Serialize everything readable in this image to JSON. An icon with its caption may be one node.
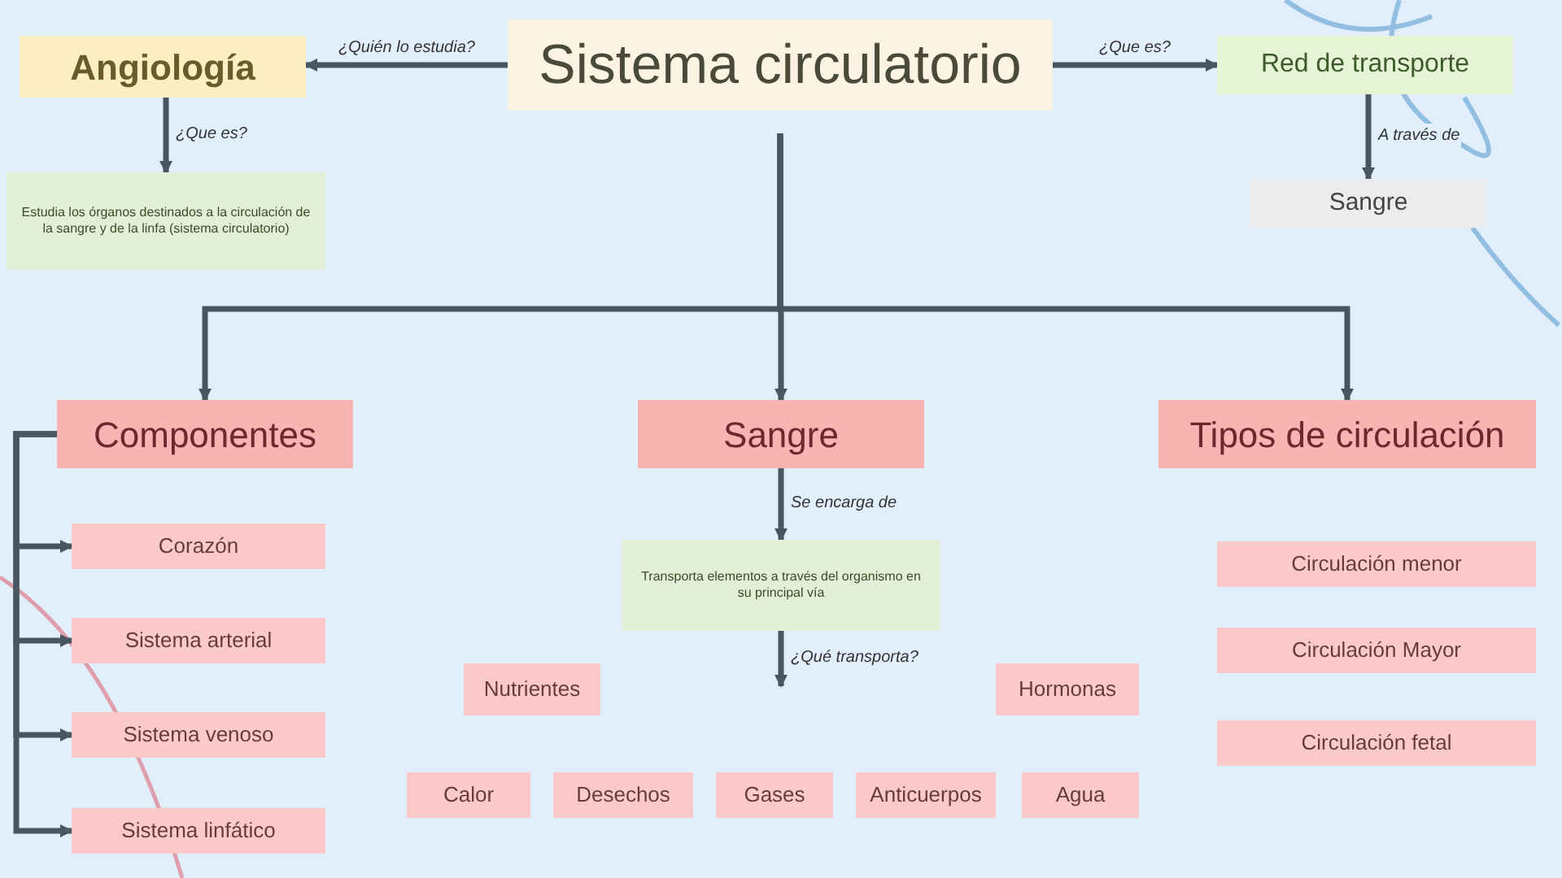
{
  "diagram": {
    "nodes": [
      {
        "text": [
          "Sistema circulatorio"
        ]
      },
      {
        "text": [
          "Angiología"
        ]
      },
      {
        "text": [
          "Red de transporte"
        ]
      },
      {
        "text": [
          "Estudia los órganos destinados a la circulación de la sangre y de la linfa (sistema circulatorio)"
        ]
      },
      {
        "text": [
          "Sangre"
        ]
      },
      {
        "text": [
          "Componentes"
        ]
      },
      {
        "text": [
          "Sangre"
        ]
      },
      {
        "text": [
          "Tipos de circulación"
        ]
      },
      {
        "text": [
          "Corazón"
        ]
      },
      {
        "text": [
          "Sistema arterial"
        ]
      },
      {
        "text": [
          "Sistema venoso"
        ]
      },
      {
        "text": [
          "Sistema linfático"
        ]
      },
      {
        "text": [
          "Transporta elementos a través del organismo en su principal vía"
        ]
      },
      {
        "text": [
          "Nutrientes"
        ]
      },
      {
        "text": [
          "Hormonas"
        ]
      },
      {
        "text": [
          "Calor"
        ]
      },
      {
        "text": [
          "Desechos"
        ]
      },
      {
        "text": [
          "Gases"
        ]
      },
      {
        "text": [
          "Anticuerpos"
        ]
      },
      {
        "text": [
          "Agua"
        ]
      },
      {
        "text": [
          "Circulación menor"
        ]
      },
      {
        "text": [
          "Circulación Mayor"
        ]
      },
      {
        "text": [
          "Circulación fetal"
        ]
      }
    ],
    "edges": [
      {
        "from": 0,
        "to": 1,
        "arrow": "to",
        "label": "¿Quién lo estudia?"
      },
      {
        "from": 0,
        "to": 2,
        "arrow": "to",
        "label": "¿Que es?"
      },
      {
        "from": 1,
        "to": 3,
        "arrow": "to",
        "label": "¿Que es?"
      },
      {
        "from": 2,
        "to": 4,
        "arrow": "to",
        "label": "A través de"
      },
      {
        "from": 0,
        "to": 5,
        "arrow": "to"
      },
      {
        "from": 0,
        "to": 6,
        "arrow": "to"
      },
      {
        "from": 0,
        "to": 7,
        "arrow": "to"
      },
      {
        "from": 5,
        "to": 8,
        "arrow": "to"
      },
      {
        "from": 5,
        "to": 9,
        "arrow": "to"
      },
      {
        "from": 5,
        "to": 10,
        "arrow": "to"
      },
      {
        "from": 5,
        "to": 11,
        "arrow": "to"
      },
      {
        "from": 6,
        "to": 12,
        "arrow": "to",
        "label": "Se encarga de"
      },
      {
        "from": 12,
        "to": null,
        "arrow": "to",
        "label": "¿Qué transporta?"
      }
    ]
  }
}
